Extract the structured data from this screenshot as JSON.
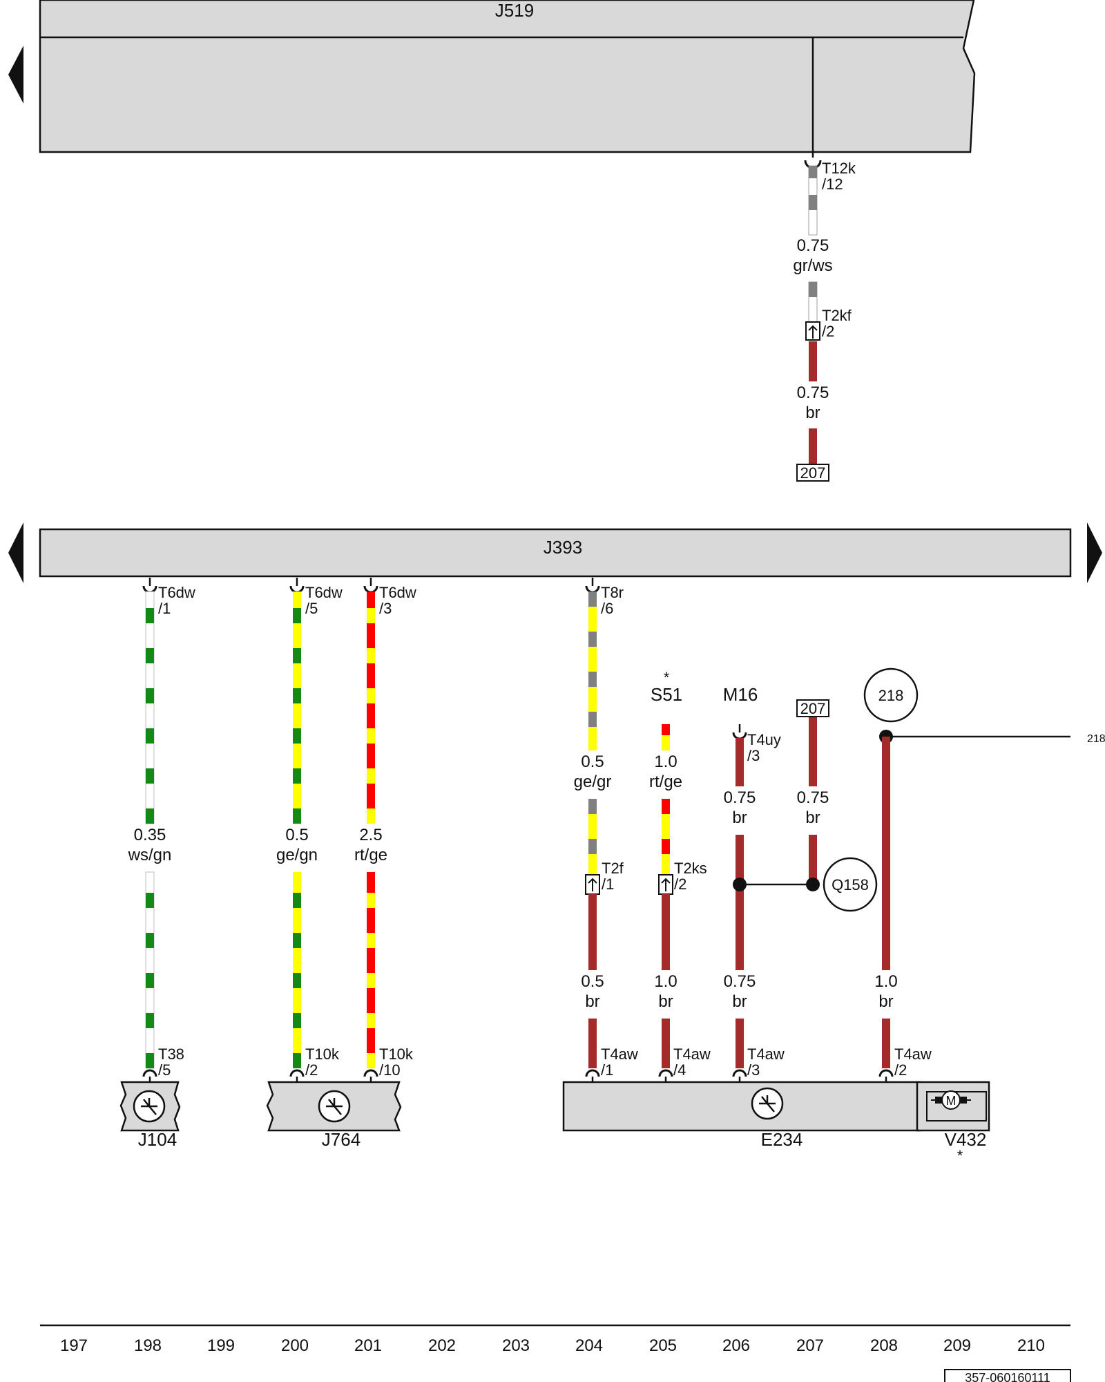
{
  "colors": {
    "br": "#a52a2a",
    "gn": "#138a13",
    "ge": "#ffff00",
    "rt": "#ff0000",
    "gr": "#808080",
    "ws": "#ffffff",
    "component_fill": "#d9d9d9"
  },
  "components": {
    "j519": "J519",
    "j393": "J393",
    "j104": "J104",
    "j764": "J764",
    "e234": "E234",
    "v432": "V432",
    "s51": "S51",
    "m16": "M16",
    "q158": "Q158",
    "node_218": "218",
    "ref_207_top": "207",
    "ref_207_bottom": "207",
    "ref_218_side": "218",
    "asterisk": "*",
    "motor_symbol": "M"
  },
  "connectors": {
    "t12k": {
      "name": "T12k",
      "pin": "/12"
    },
    "t2kf": {
      "name": "T2kf",
      "pin": "/2"
    },
    "t6dw1": {
      "name": "T6dw",
      "pin": "/1"
    },
    "t6dw5": {
      "name": "T6dw",
      "pin": "/5"
    },
    "t6dw3": {
      "name": "T6dw",
      "pin": "/3"
    },
    "t8r": {
      "name": "T8r",
      "pin": "/6"
    },
    "t4uy": {
      "name": "T4uy",
      "pin": "/3"
    },
    "t2f": {
      "name": "T2f",
      "pin": "/1"
    },
    "t2ks": {
      "name": "T2ks",
      "pin": "/2"
    },
    "t38": {
      "name": "T38",
      "pin": "/5"
    },
    "t10k2": {
      "name": "T10k",
      "pin": "/2"
    },
    "t10k10": {
      "name": "T10k",
      "pin": "/10"
    },
    "t4aw1": {
      "name": "T4aw",
      "pin": "/1"
    },
    "t4aw4": {
      "name": "T4aw",
      "pin": "/4"
    },
    "t4aw3": {
      "name": "T4aw",
      "pin": "/3"
    },
    "t4aw2": {
      "name": "T4aw",
      "pin": "/2"
    }
  },
  "wires": {
    "w207_top_a": {
      "size": "0.75",
      "color": "gr/ws"
    },
    "w207_top_b": {
      "size": "0.75",
      "color": "br"
    },
    "w198": {
      "size": "0.35",
      "color": "ws/gn"
    },
    "w200": {
      "size": "0.5",
      "color": "ge/gn"
    },
    "w201": {
      "size": "2.5",
      "color": "rt/ge"
    },
    "w204_a": {
      "size": "0.5",
      "color": "ge/gr"
    },
    "w205_a": {
      "size": "1.0",
      "color": "rt/ge"
    },
    "w206_a": {
      "size": "0.75",
      "color": "br"
    },
    "w207_bot": {
      "size": "0.75",
      "color": "br"
    },
    "w204_b": {
      "size": "0.5",
      "color": "br"
    },
    "w205_b": {
      "size": "1.0",
      "color": "br"
    },
    "w206_b": {
      "size": "0.75",
      "color": "br"
    },
    "w208": {
      "size": "1.0",
      "color": "br"
    }
  },
  "columns": [
    "197",
    "198",
    "199",
    "200",
    "201",
    "202",
    "203",
    "204",
    "205",
    "206",
    "207",
    "208",
    "209",
    "210"
  ],
  "footer": {
    "doc_id": "357-060160111"
  }
}
